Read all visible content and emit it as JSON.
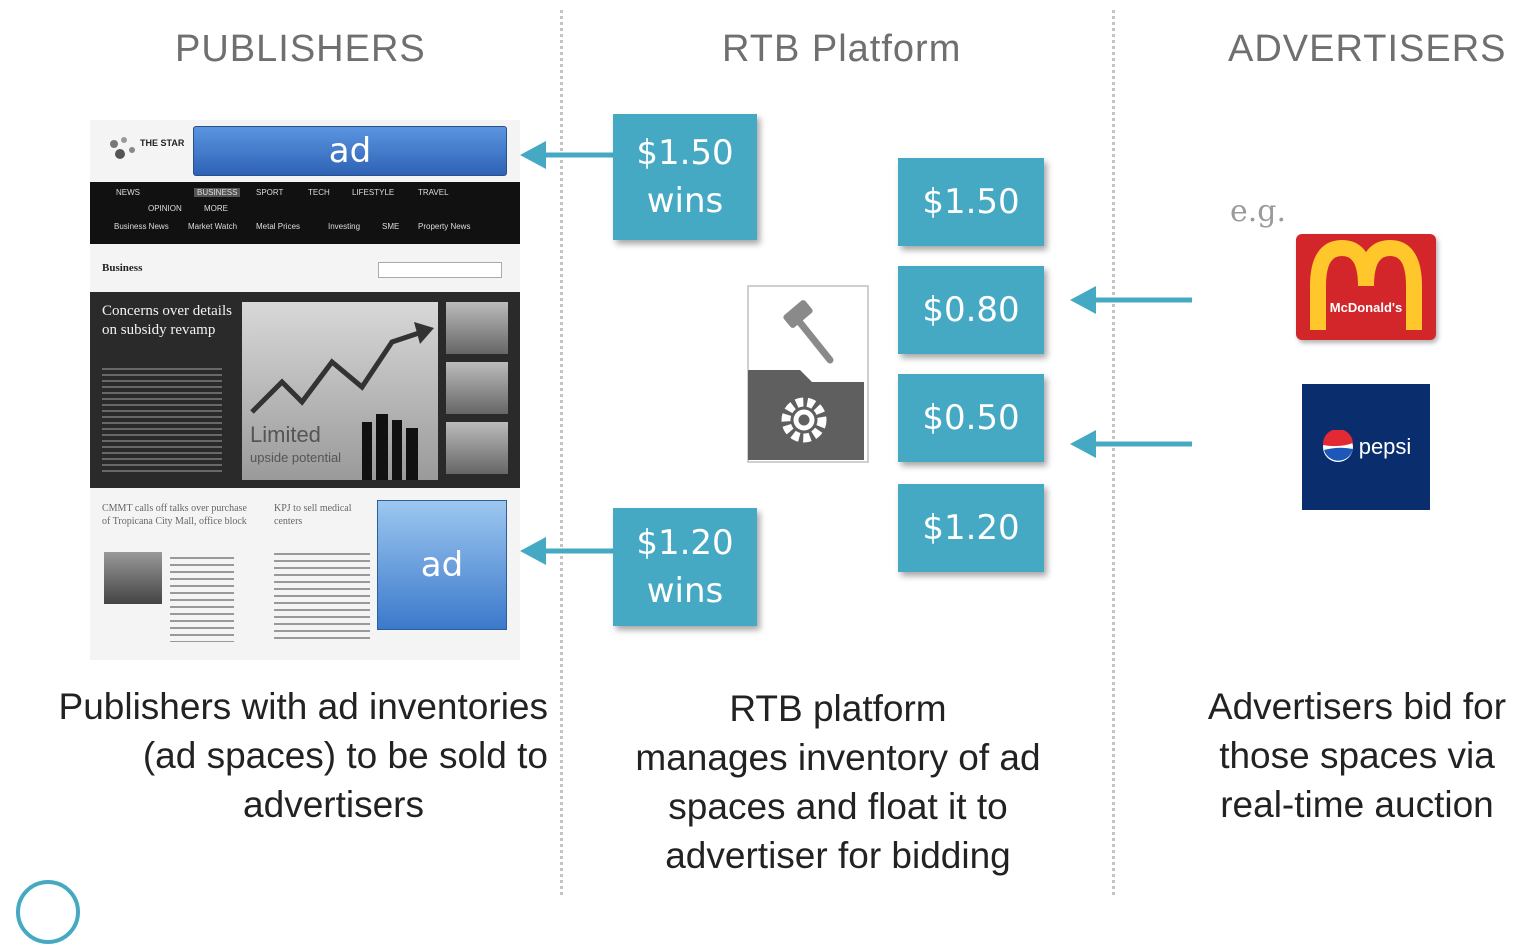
{
  "columns": {
    "publishers": {
      "title": "PUBLISHERS",
      "caption": [
        "Publishers with ad inventories",
        "(ad spaces) to be sold to",
        "advertisers"
      ]
    },
    "platform": {
      "title": "RTB Platform",
      "caption": [
        "RTB platform",
        "manages inventory of ad",
        "spaces and float it to",
        "advertiser for bidding"
      ]
    },
    "advertisers": {
      "title": "ADVERTISERS",
      "eg": "e.g.",
      "caption": [
        "Advertisers bid for",
        "those spaces via",
        "real-time auction"
      ]
    }
  },
  "ad_slots": {
    "top": "ad",
    "bottom": "ad"
  },
  "winning_bids": [
    {
      "amount": "$1.50",
      "label": "wins"
    },
    {
      "amount": "$1.20",
      "label": "wins"
    }
  ],
  "bids": [
    "$1.50",
    "$0.80",
    "$0.50",
    "$1.20"
  ],
  "website": {
    "masthead": "THE STAR",
    "nav_row1": [
      "NEWS",
      "BUSINESS",
      "SPORT",
      "TECH",
      "LIFESTYLE",
      "TRAVEL"
    ],
    "nav_row2": [
      "OPINION",
      "MORE"
    ],
    "nav_row3": [
      "Business News",
      "Market Watch",
      "Metal Prices",
      "Investing",
      "SME",
      "Property News"
    ],
    "section": "Business",
    "hero_headline": "Concerns over details on subsidy revamp",
    "hero_image_text": "Limited",
    "hero_image_subtext": "upside potential",
    "story1": "CMMT calls off talks over purchase of Tropicana City Mall, office block",
    "story2": "KPJ to sell medical centers"
  },
  "advertisers": [
    {
      "name": "McDonald's",
      "icon": "mcdonalds-logo"
    },
    {
      "name": "pepsi",
      "icon": "pepsi-logo"
    }
  ],
  "colors": {
    "bid_box": "#46a9c4",
    "arrow": "#46a9c4",
    "ad_slot": "#3f77c8"
  }
}
